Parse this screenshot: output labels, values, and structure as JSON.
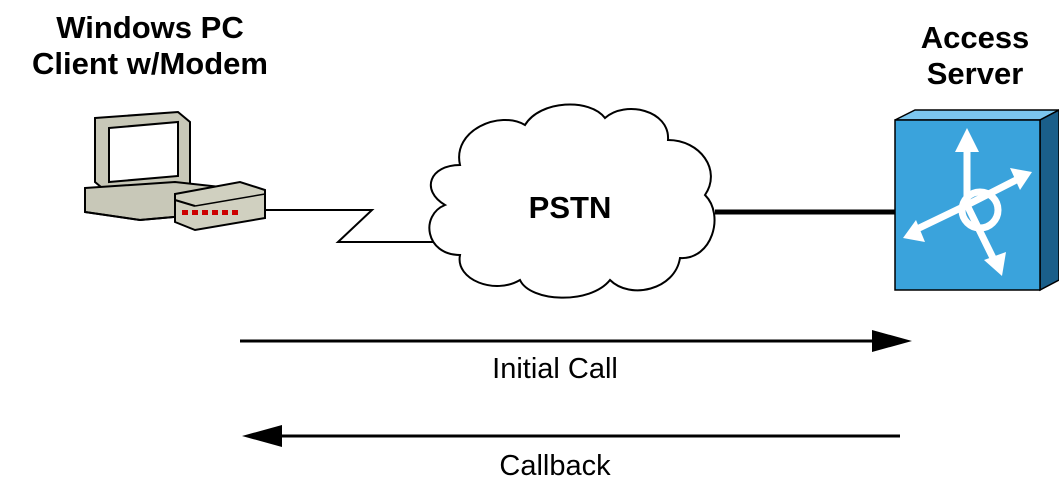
{
  "client": {
    "label_line1": "Windows PC",
    "label_line2": "Client w/Modem"
  },
  "server": {
    "label_line1": "Access",
    "label_line2": "Server"
  },
  "cloud": {
    "label": "PSTN"
  },
  "arrows": {
    "initial_call": "Initial Call",
    "callback": "Callback"
  },
  "colors": {
    "server_fill": "#3aa3dc",
    "server_dark": "#1a5f8a",
    "pc_gray": "#c8c8b8",
    "modem_led": "#cc0000",
    "cloud_fill": "#ffffff",
    "line": "#000000"
  }
}
